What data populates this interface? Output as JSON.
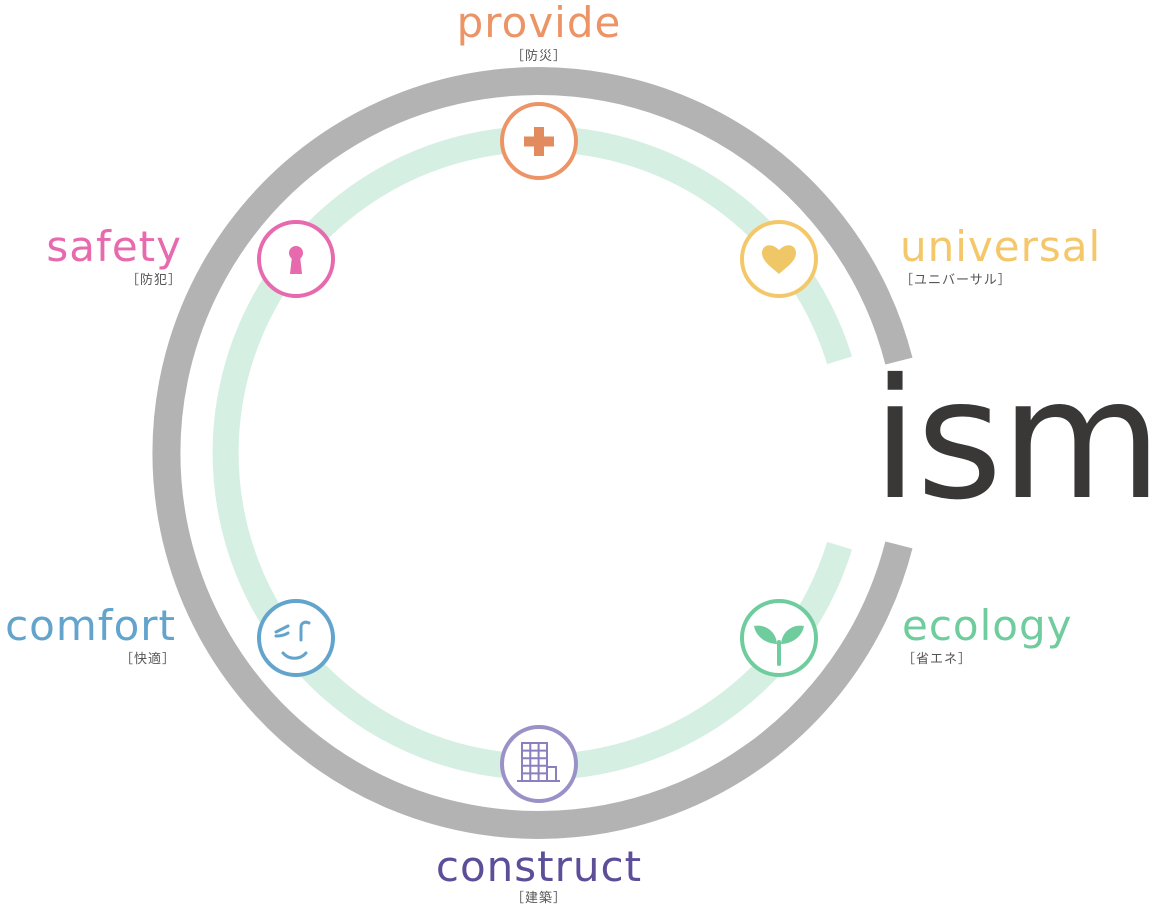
{
  "center_word": "ism",
  "colors": {
    "outer_ring": "#b3b3b3",
    "inner_ring": "#d6efe3",
    "center_word": "#3a3837",
    "sub_label": "#555555"
  },
  "nodes": {
    "provide": {
      "label": "provide",
      "sub": "［防災］",
      "color": "#ec9466",
      "icon": "cross-icon"
    },
    "universal": {
      "label": "universal",
      "sub": "［ユニバーサル］",
      "color": "#f4c86a",
      "icon": "heart-icon"
    },
    "ecology": {
      "label": "ecology",
      "sub": "［省エネ］",
      "color": "#6fcc9d",
      "icon": "sprout-icon"
    },
    "construct": {
      "label": "construct",
      "sub": "［建築］",
      "color": "#5d4e99",
      "icon": "building-icon"
    },
    "comfort": {
      "label": "comfort",
      "sub": "［快適］",
      "color": "#63a4cc",
      "icon": "smiley-icon"
    },
    "safety": {
      "label": "safety",
      "sub": "［防犯］",
      "color": "#e76aae",
      "icon": "keyhole-icon"
    }
  }
}
